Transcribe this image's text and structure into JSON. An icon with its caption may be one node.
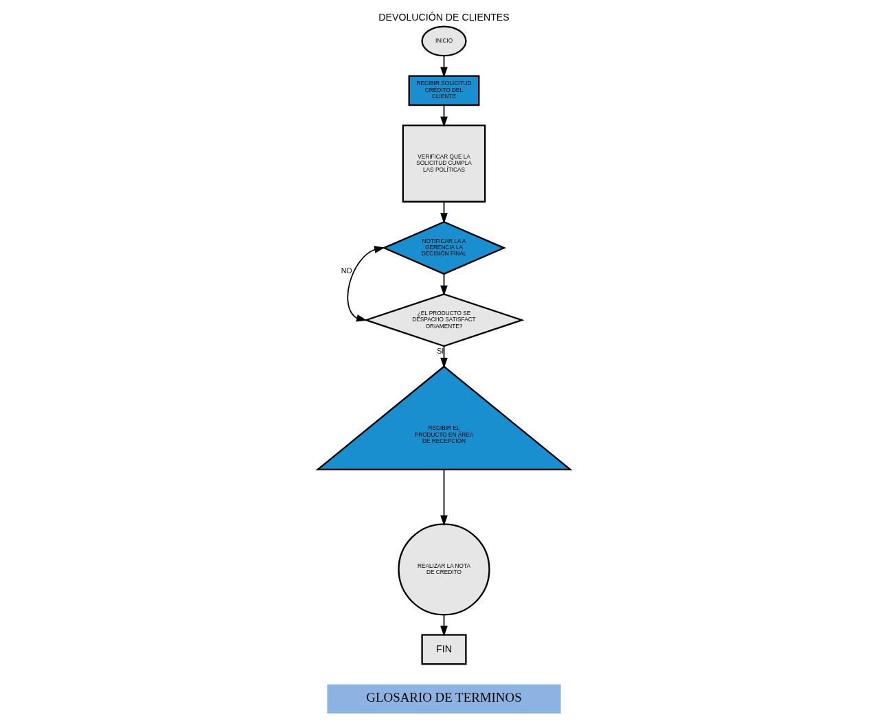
{
  "diagram": {
    "title": "DEVOLUCIÓN DE CLIENTES",
    "nodes": [
      {
        "text": [
          "INICIO"
        ]
      },
      {
        "text": [
          "RECIBIR SOLICITUD CRÉDITO DEL CLIENTE"
        ]
      },
      {
        "text": [
          "VERIFICAR QUE LA SOLICITUD CUMPLA LAS POLÍTICAS"
        ]
      },
      {
        "text": [
          "NOTIFICAR LA A GERENCIA LA DECISIÓN FINAL"
        ]
      },
      {
        "text": [
          "¿EL PRODUCTO SE DESPACHO SATISFACTORIAMENTE?"
        ]
      },
      {
        "text": [
          "RECIBIR EL PRODUCTO EN ÁREA DE RECEPCIÓN"
        ]
      },
      {
        "text": [
          "REALIZAR LA NOTA DE CREDITO"
        ]
      },
      {
        "text": [
          "FIN"
        ]
      }
    ],
    "edges": [
      {
        "from": 0,
        "to": 1,
        "arrow": "to"
      },
      {
        "from": 1,
        "to": 2,
        "arrow": "to"
      },
      {
        "from": 2,
        "to": 3,
        "arrow": "to"
      },
      {
        "from": 3,
        "to": 4,
        "arrow": "to"
      },
      {
        "from": 4,
        "to": 3,
        "arrow": "both",
        "label": "NO"
      },
      {
        "from": 4,
        "to": 5,
        "arrow": "to",
        "label": "SI"
      },
      {
        "from": 5,
        "to": 6,
        "arrow": "to"
      },
      {
        "from": 6,
        "to": 7,
        "arrow": "to"
      }
    ],
    "labels": [
      "GLOSARIO DE TERMINOS"
    ]
  }
}
